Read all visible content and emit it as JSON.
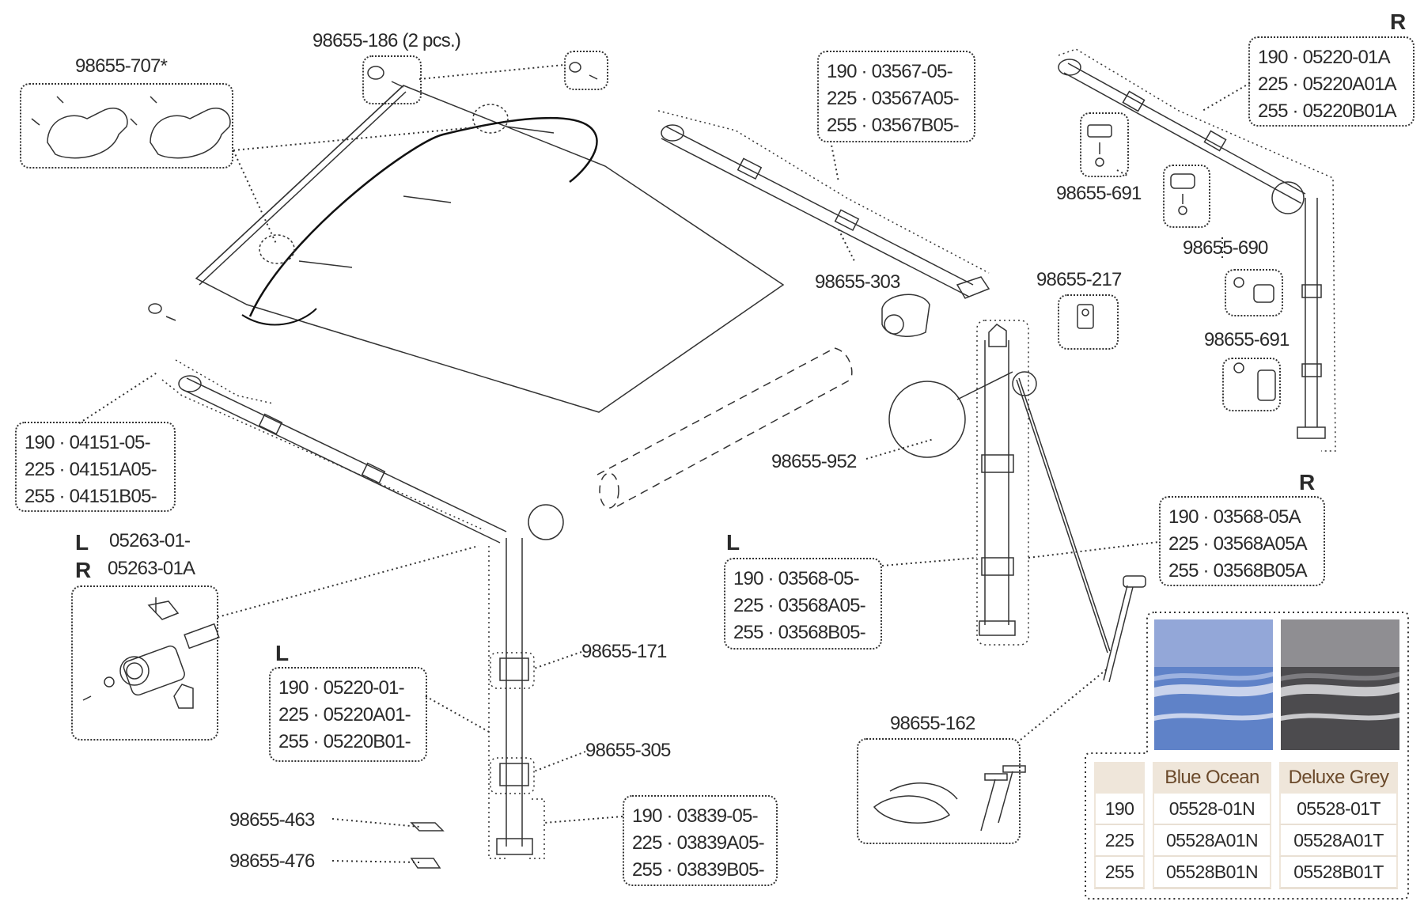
{
  "labels": {
    "clamp_kit": "98655-707*",
    "end_cap_pair": "98655-186 (2 pcs.)",
    "end_cap_top_right": "98655-691",
    "end_cap_690": "98655-690",
    "end_cap_691_lower": "98655-691",
    "arm_joint_303": "98655-303",
    "bracket_217": "98655-217",
    "cord_952": "98655-952",
    "clamp_171": "98655-171",
    "clamp_305": "98655-305",
    "foot_plate_463": "98655-463",
    "foot_plate_476": "98655-476",
    "tie_down_kit": "98655-162"
  },
  "side_markers": {
    "top_right": "R",
    "mid_right": "R",
    "mid_left": "L",
    "bottom_left": "L",
    "hinge_left": "L",
    "hinge_right": "R"
  },
  "hinge_parts": {
    "left_code": "05263-01-",
    "right_code": "05263-01A"
  },
  "part_tables": {
    "top_center_arm": [
      "190 · 03567-05-",
      "225 · 03567A05-",
      "255 · 03567B05-"
    ],
    "top_right_arm": [
      "190 · 05220-01A",
      "225 · 05220A01A",
      "255 · 05220B01A"
    ],
    "left_arm": [
      "190 · 04151-05-",
      "225 · 04151A05-",
      "255 · 04151B05-"
    ],
    "mid_right_leg": [
      "190 · 03568-05A",
      "225 · 03568A05A",
      "255 · 03568B05A"
    ],
    "mid_left_leg": [
      "190 · 03568-05-",
      "225 · 03568A05-",
      "255 · 03568B05-"
    ],
    "left_leg": [
      "190 · 05220-01-",
      "225 · 05220A01-",
      "255 · 05220B01-"
    ],
    "foot_leg": [
      "190 · 03839-05-",
      "225 · 03839A05-",
      "255 · 03839B05-"
    ]
  },
  "fabric_colors": {
    "header": [
      "",
      "Blue Ocean",
      "Deluxe Grey"
    ],
    "rows": [
      [
        "190",
        "05528-01N",
        "05528-01T"
      ],
      [
        "225",
        "05528A01N",
        "05528A01T"
      ],
      [
        "255",
        "05528B01N",
        "05528B01T"
      ]
    ],
    "swatches": {
      "blue_ocean": {
        "base": "#5f82c8",
        "top": "#93a7d8",
        "stripe_light": "#c9d3ec"
      },
      "deluxe_grey": {
        "base": "#4c4b4e",
        "top": "#8f8e92",
        "stripe_light": "#c8c8cb"
      }
    }
  }
}
